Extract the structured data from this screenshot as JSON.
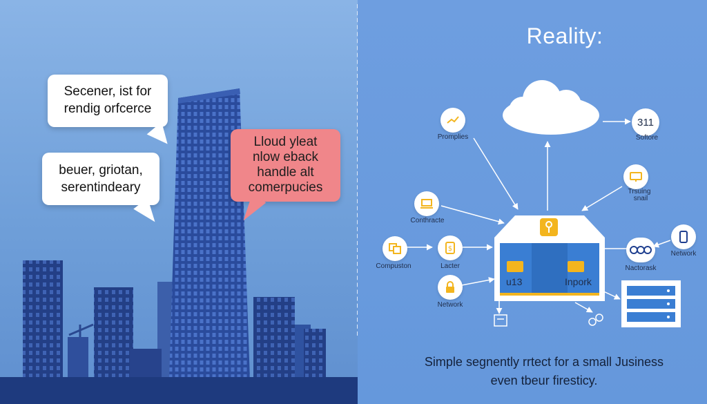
{
  "left": {
    "bubble_1": [
      "Secener, ist for",
      "rendig orfcerce"
    ],
    "bubble_2": [
      "beuer, griotan,",
      "serentindeary"
    ],
    "bubble_3": [
      "Lloud yleat",
      "nlow eback",
      "handle alt",
      "comerpucies"
    ]
  },
  "right": {
    "title": "Reality:",
    "cloud_number": "311",
    "labels": {
      "promplies": "Promplies",
      "softore": "Softore",
      "trsuing": "Trsuing",
      "snail": "snail",
      "conthracte": "Conthracte",
      "compuston": "Compuston",
      "lacter": "Lacter",
      "network_left": "Network",
      "nactorask": "Nactorask",
      "network_right": "Network"
    },
    "hub": {
      "left_text": "u13",
      "right_text": "Inpork"
    },
    "caption": [
      "Simple segnently rrtect for a small Jusiness",
      "even tbeur firesticy."
    ]
  },
  "colors": {
    "accent": "#f3b51e",
    "pink": "#f0868a",
    "navy": "#1f3f8f",
    "hub_blue": "#3a7ed3"
  }
}
